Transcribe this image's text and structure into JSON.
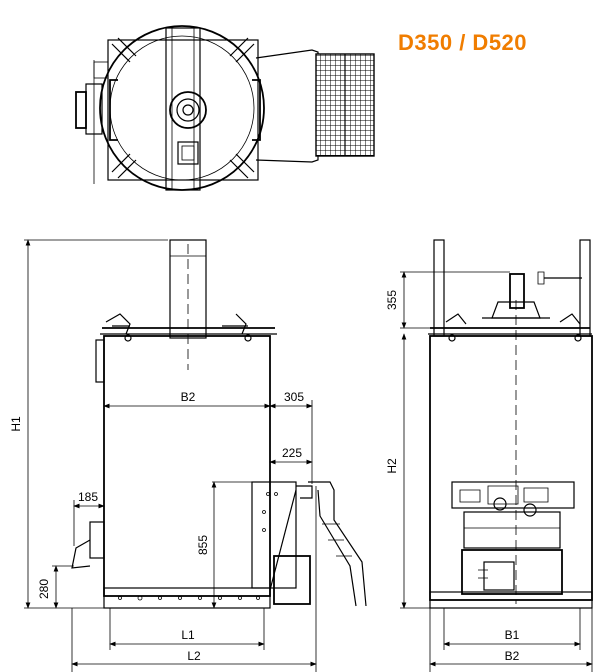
{
  "title": "D350  / D520",
  "colors": {
    "title": "#f07d00",
    "line": "#000000"
  },
  "dimensions": {
    "h1": "H1",
    "h2": "H2",
    "b1": "B1",
    "b2_front": "B2",
    "b2_side": "B2",
    "l1": "L1",
    "l2": "L2",
    "d305": "305",
    "d225": "225",
    "d185": "185",
    "d855": "855",
    "d280": "280",
    "d355": "355"
  }
}
